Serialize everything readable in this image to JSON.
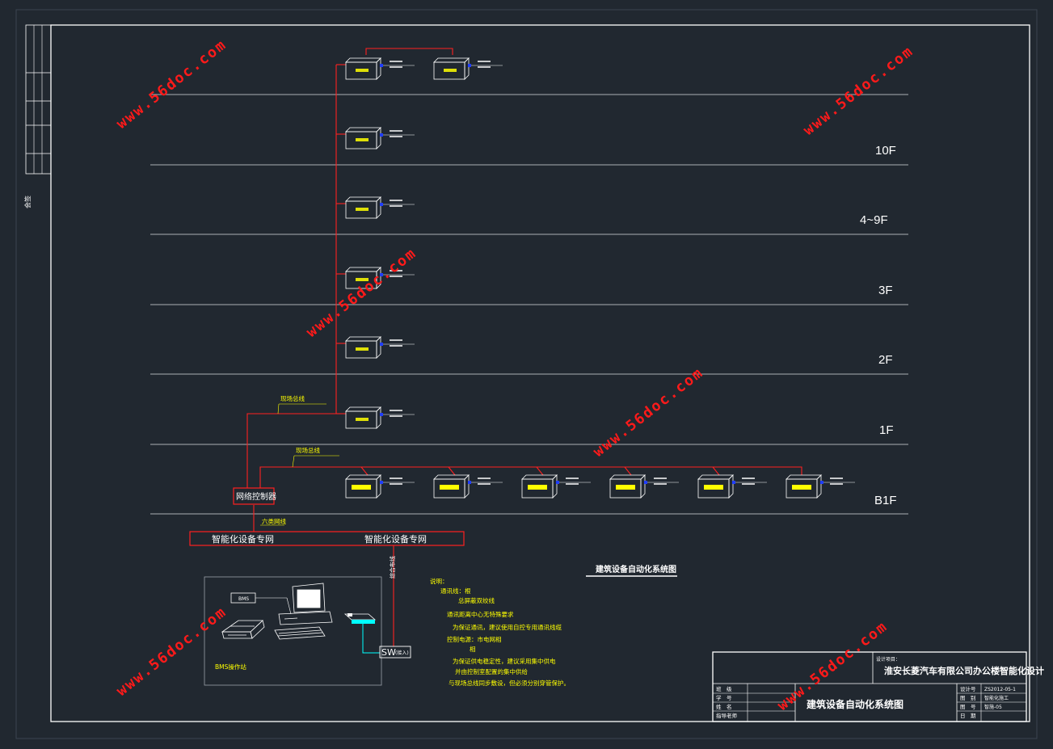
{
  "floors": [
    "10F",
    "4~9F",
    "3F",
    "2F",
    "1F",
    "B1F"
  ],
  "network": {
    "controller": "网络控制器",
    "bus_label": "现场总线",
    "bus_label_b1": "现场总线",
    "six_type_label": "六类网线",
    "dedicated_net_left": "智能化设备专网",
    "dedicated_net_right": "智能化设备专网",
    "switch": "SW",
    "switch_note": "(接入)",
    "vertical_cable": "综合布线",
    "workstation": "BMS"
  },
  "diagram_title": "建筑设备自动化系统图",
  "notes": {
    "heading": "说明：",
    "lines": [
      "通讯线：根",
      "总屏蔽双绞线",
      "通讯距离中心无特殊要求",
      "为保证通讯，建议使用自控专用通讯线缆",
      "控制电源：市电网相",
      "相",
      "为保证供电稳定性，建议采用集中供电",
      "并由控制室配置的集中供给",
      "与现场总线同步敷设，但必须分别穿管保护。"
    ]
  },
  "title_block": {
    "project_label": "设计项目：",
    "project_name": "淮安长菱汽车有限公司办公楼智能化设计",
    "drawing_name": "建筑设备自动化系统图",
    "left_labels": [
      "班　级",
      "学　号",
      "姓　名",
      "指导老师"
    ],
    "right_labels": [
      "设计号",
      "图　别",
      "图　号",
      "日　期"
    ],
    "right_values": [
      "ZS2012-05-1",
      "智能化施工",
      "智施-05",
      ""
    ]
  },
  "left_strip": {
    "label": "会签"
  },
  "watermark": "www.56doc.com",
  "colors": {
    "background": "#212830",
    "frame": "#ffffff",
    "bus": "#ff2020",
    "accent": "#ffff00",
    "port": "#1f3dff",
    "cyan": "#00ffff"
  }
}
